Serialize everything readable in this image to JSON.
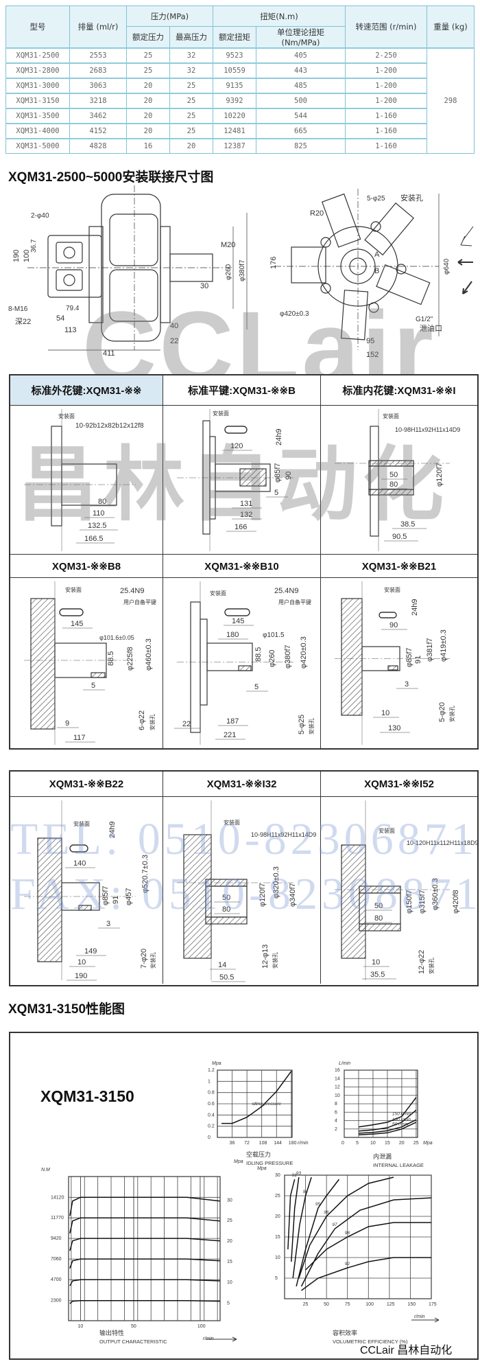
{
  "spec_table": {
    "headers": {
      "model": "型号",
      "displacement": "排量 (ml/r)",
      "pressure": "压力(MPa)",
      "rated_pressure": "额定压力",
      "max_pressure": "最高压力",
      "torque": "扭矩(N.m)",
      "rated_torque": "额定扭矩",
      "unit_torque": "单位理论扭矩 (Nm/MPa)",
      "speed": "转速范围 (r/min)",
      "weight": "重量 (kg)"
    },
    "rows": [
      [
        "XQM31-2500",
        "2553",
        "25",
        "32",
        "9523",
        "405",
        "2-250"
      ],
      [
        "XQM31-2800",
        "2683",
        "25",
        "32",
        "10559",
        "443",
        "1-200"
      ],
      [
        "XQM31-3000",
        "3063",
        "20",
        "25",
        "9135",
        "485",
        "1-200"
      ],
      [
        "XQM31-3150",
        "3218",
        "20",
        "25",
        "9392",
        "500",
        "1-200"
      ],
      [
        "XQM31-3500",
        "3462",
        "20",
        "25",
        "10220",
        "544",
        "1-160"
      ],
      [
        "XQM31-4000",
        "4152",
        "20",
        "25",
        "12481",
        "665",
        "1-160"
      ],
      [
        "XQM31-5000",
        "4828",
        "16",
        "20",
        "12387",
        "825",
        "1-160"
      ]
    ],
    "weight_all": "298"
  },
  "install_title": "XQM31-2500~5000安装联接尺寸图",
  "main_drawing": {
    "labels": [
      "2-φ40",
      "36.7",
      "190",
      "100",
      "8-M16",
      "深22",
      "79.4",
      "54",
      "113",
      "411",
      "40",
      "22",
      "M20",
      "30",
      "φ260",
      "φ380f7",
      "R20",
      "5-φ25",
      "安装孔",
      "176",
      "φ420±0.3",
      "G1/2\"",
      "泄油口",
      "95",
      "152",
      "φ640",
      "A",
      "B"
    ]
  },
  "panels": [
    {
      "title": "标准外花键:XQM31-※※",
      "labels": [
        "安装面",
        "10-92b12x82b12x12f8",
        "80",
        "110",
        "132.5",
        "166.5"
      ]
    },
    {
      "title": "标准平键:XQM31-※※B",
      "labels": [
        "安装面",
        "120",
        "24h9",
        "φ85f7",
        "90",
        "5",
        "131",
        "132",
        "166"
      ]
    },
    {
      "title": "标准内花键:XQM31-※※I",
      "labels": [
        "安装面",
        "10-98H11x92H11x14D9",
        "50",
        "80",
        "φ120f7",
        "38.5",
        "90.5"
      ]
    },
    {
      "title": "XQM31-※※B8",
      "labels": [
        "安装面",
        "25.4N9",
        "用户自备平键",
        "145",
        "φ101.6±0.05",
        "88.5",
        "φ225f8",
        "φ460±0.3",
        "5",
        "6-φ22",
        "安装孔",
        "9",
        "117"
      ]
    },
    {
      "title": "XQM31-※※B10",
      "labels": [
        "安装面",
        "25.4N9",
        "用户自备平键",
        "145",
        "180",
        "φ101.5",
        "88.5",
        "φ260",
        "φ380f7",
        "φ420±0.3",
        "5",
        "5-φ25",
        "安装孔",
        "22",
        "187",
        "221"
      ]
    },
    {
      "title": "XQM31-※※B21",
      "labels": [
        "安装面",
        "24h9",
        "90",
        "φ85f7",
        "91",
        "φ381f7",
        "φ419±0.3",
        "3",
        "5-φ20",
        "安装孔",
        "10",
        "130"
      ]
    },
    {
      "title": "XQM31-※※B22",
      "labels": [
        "安装面",
        "24h9",
        "140",
        "φ85f7",
        "91",
        "φ457",
        "φ520.7±0.3",
        "3",
        "7-φ20",
        "安装孔",
        "149",
        "10",
        "190"
      ]
    },
    {
      "title": "XQM31-※※I32",
      "labels": [
        "安装面",
        "10-98H11x92H11x14D9",
        "50",
        "80",
        "φ120f7",
        "φ320±0.3",
        "φ340f7",
        "12-φ13",
        "安装孔",
        "14",
        "50.5"
      ]
    },
    {
      "title": "XQM31-※※I52",
      "labels": [
        "安装面",
        "10-120H11x112H11x18D9",
        "50",
        "80",
        "φ150f7",
        "φ315f7",
        "φ360±0.3",
        "φ420f8",
        "12-φ22",
        "安装孔",
        "10",
        "35.5"
      ]
    }
  ],
  "perf_title": "XQM31-3150性能图",
  "perf_model": "XQM31-3150",
  "watermark": {
    "brand": "CCLair",
    "cn": "昌林自动化",
    "tel": "TEL: 0510-82306871",
    "fax": "FAX: 0510-82308871"
  },
  "footer": "CCLair 昌林自动化",
  "chart_data": [
    {
      "type": "line",
      "title": "空载压力 IDLING PRESSURE",
      "ylabel": "Mpa",
      "xlabel": "r/min",
      "xlim": [
        0,
        182
      ],
      "ylim": [
        0,
        1.2
      ],
      "xticks": [
        36,
        72,
        108,
        144,
        180
      ],
      "yticks": [
        0,
        0.2,
        0.4,
        0.6,
        0.8,
        1.0,
        1.2
      ],
      "series": [
        {
          "name": "idling pressure",
          "x": [
            10,
            36,
            72,
            108,
            144,
            180
          ],
          "y": [
            0.25,
            0.25,
            0.36,
            0.55,
            0.82,
            1.18
          ]
        }
      ]
    },
    {
      "type": "line",
      "title": "内泄漏 INTERNAL LEAKAGE",
      "ylabel": "L/min",
      "xlabel": "Mpa",
      "xlim": [
        0,
        25.5
      ],
      "ylim": [
        0,
        16
      ],
      "xticks": [
        0,
        5,
        10,
        15,
        20,
        25
      ],
      "yticks": [
        2,
        4,
        6,
        8,
        10,
        12,
        14,
        16
      ],
      "series": [
        {
          "name": "150 r/min",
          "x": [
            5,
            10,
            15,
            20,
            25
          ],
          "y": [
            2.5,
            3.0,
            3.6,
            5.0,
            9.5
          ]
        },
        {
          "name": "100 r/min",
          "x": [
            5,
            10,
            15,
            20,
            25
          ],
          "y": [
            1.5,
            1.8,
            2.3,
            3.6,
            6.5
          ]
        },
        {
          "name": "50 r/min",
          "x": [
            5,
            10,
            15,
            20,
            25
          ],
          "y": [
            1.0,
            1.2,
            1.6,
            2.5,
            4.2
          ]
        },
        {
          "name": "",
          "x": [
            5,
            10,
            15,
            20,
            25
          ],
          "y": [
            0.6,
            0.8,
            1.1,
            2.0,
            3.6
          ]
        }
      ]
    },
    {
      "type": "line",
      "title": "输出特性 OUTPUT CHARACTERISTIC",
      "ylabel": "N.M",
      "y2label": "Mpa",
      "xlabel": "r/min",
      "xlim": [
        1,
        115
      ],
      "ylim": [
        0,
        16500
      ],
      "xticks": [
        10,
        50,
        100
      ],
      "yticks": [
        2300,
        4700,
        7060,
        9420,
        11770,
        14120
      ],
      "y2ticks": [
        5,
        10,
        15,
        20,
        25,
        30
      ],
      "series": [
        {
          "name": "5 Mpa",
          "torque": 2300
        },
        {
          "name": "10 Mpa",
          "torque": 4700
        },
        {
          "name": "15 Mpa",
          "torque": 7060
        },
        {
          "name": "20 Mpa",
          "torque": 9420
        },
        {
          "name": "25 Mpa",
          "torque": 11770
        },
        {
          "name": "30 Mpa",
          "torque": 14120
        }
      ]
    },
    {
      "type": "line",
      "title": "容积效率 VOLUMETRIC EFFICIENCY (%)",
      "ylabel": "Mpa",
      "xlabel": "r/min",
      "xlim": [
        0,
        175
      ],
      "ylim": [
        0,
        30
      ],
      "xticks": [
        25,
        50,
        75,
        100,
        125,
        150,
        175
      ],
      "yticks": [
        5,
        10,
        15,
        20,
        25,
        30
      ],
      "series": [
        {
          "name": "91",
          "x": [
            4,
            7,
            12
          ],
          "y": [
            12,
            25,
            29
          ]
        },
        {
          "name": "93",
          "x": [
            8,
            12,
            17
          ],
          "y": [
            9,
            22,
            29.5
          ]
        },
        {
          "name": "94",
          "x": [
            10,
            18,
            25,
            32
          ],
          "y": [
            5,
            18,
            25,
            29.5
          ]
        },
        {
          "name": "95",
          "x": [
            14,
            25,
            40,
            50,
            65
          ],
          "y": [
            3,
            12,
            22,
            25,
            29
          ]
        },
        {
          "name": "96",
          "x": [
            17,
            30,
            50,
            75,
            100,
            130
          ],
          "y": [
            5,
            13,
            20,
            25,
            28,
            29.5
          ]
        },
        {
          "name": "97",
          "x": [
            20,
            40,
            60,
            90,
            130,
            175
          ],
          "y": [
            3,
            11,
            17,
            21.5,
            24,
            24.5
          ]
        },
        {
          "name": "98",
          "x": [
            25,
            50,
            75,
            100,
            130,
            175
          ],
          "y": [
            7,
            12,
            15,
            17.5,
            18.5,
            18.5
          ]
        },
        {
          "name": "92",
          "x": [
            20,
            40,
            75,
            100,
            130,
            175
          ],
          "y": [
            2,
            5,
            7.5,
            9,
            10,
            10
          ]
        }
      ]
    }
  ]
}
